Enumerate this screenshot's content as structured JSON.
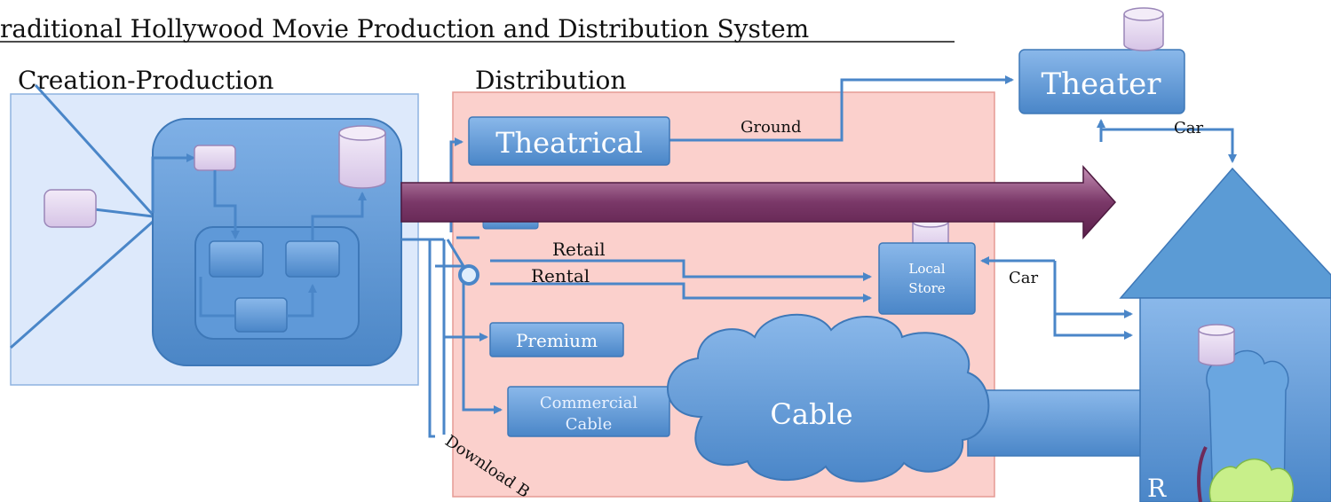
{
  "title": "raditional Hollywood Movie Production and Distribution System",
  "sections": {
    "creation": "Creation-Production",
    "distribution": "Distribution"
  },
  "boxes": {
    "theater": "Theater",
    "theatrical": "Theatrical",
    "premium": "Premium",
    "commercial_cable_line1": "Commercial",
    "commercial_cable_line2": "Cable",
    "local_store_line1": "Local",
    "local_store_line2": "Store",
    "cable": "Cable",
    "house_letter": "R"
  },
  "labels": {
    "ground": "Ground",
    "car_top": "Car",
    "car_mid": "Car",
    "retail": "Retail",
    "rental": "Rental",
    "download": "Download B"
  },
  "colors": {
    "blue_dark": "#3f7fc2",
    "blue_box": "#5b9bd5",
    "pink_panel": "#fbd0cc",
    "light_panel": "#dde9fb",
    "purple_arrow": "#6e2a5a",
    "lilac": "#e5d8f0",
    "green": "#c8ef8a"
  }
}
